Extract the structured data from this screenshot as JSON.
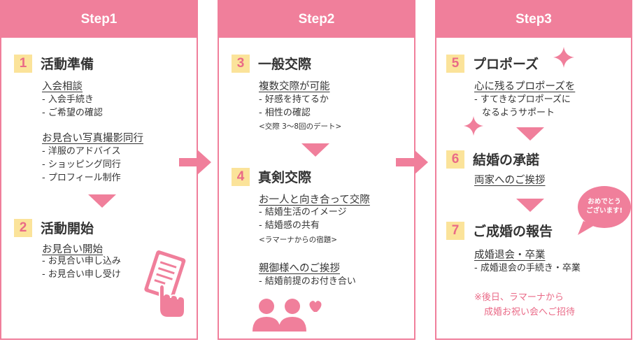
{
  "steps": [
    {
      "label": "Step1"
    },
    {
      "label": "Step2"
    },
    {
      "label": "Step3"
    }
  ],
  "stages": [
    {
      "num": "1",
      "title": "活動準備"
    },
    {
      "num": "2",
      "title": "活動開始"
    },
    {
      "num": "3",
      "title": "一般交際"
    },
    {
      "num": "4",
      "title": "真剣交際"
    },
    {
      "num": "5",
      "title": "プロポーズ"
    },
    {
      "num": "6",
      "title": "結婚の承諾"
    },
    {
      "num": "7",
      "title": "ご成婚の報告"
    }
  ],
  "s1": {
    "sub1": "入会相談",
    "items1": [
      "入会手続き",
      "ご希望の確認"
    ],
    "sub2": "お見合い写真撮影同行",
    "items2": [
      "洋服のアドバイス",
      "ショッピング同行",
      "プロフィール制作"
    ]
  },
  "s2": {
    "sub1": "お見合い開始",
    "items1": [
      "お見合い申し込み",
      "お見合い申し受け"
    ]
  },
  "s3": {
    "sub1": "複数交際が可能",
    "items1": [
      "好感を持てるか",
      "相性の確認"
    ],
    "note": "<交際 3〜8回のデート>"
  },
  "s4": {
    "sub1": "お一人と向き合って交際",
    "items1": [
      "結婚生活のイメージ",
      "結婚感の共有"
    ],
    "note": "<ラマーナからの宿題>",
    "sub2": "親御様へのご挨拶",
    "items2": [
      "結婚前提のお付き合い"
    ]
  },
  "s5": {
    "sub1": "心に残るプロポーズを",
    "items1": [
      "すてきなプロポーズに"
    ],
    "cont": "なるようサポート"
  },
  "s6": {
    "sub1": "両家へのご挨拶"
  },
  "s7": {
    "sub1": "成婚退会・卒業",
    "items1": [
      "成婚退会の手続き・卒業"
    ],
    "bubble1": "おめでとう",
    "bubble2": "ございます!",
    "note1": "※後日、ラマーナから",
    "note2": "成婚お祝い会へご招待"
  },
  "colors": {
    "pink": "#f07f9b",
    "number_bg": "#fbe39a",
    "number_fg": "#ea6a87",
    "text": "#333333",
    "note": "#ea6a87"
  },
  "icons": [
    "document-hand-icon",
    "couple-icon",
    "heart-icon",
    "sparkle-icon",
    "speech-bubble-icon"
  ]
}
